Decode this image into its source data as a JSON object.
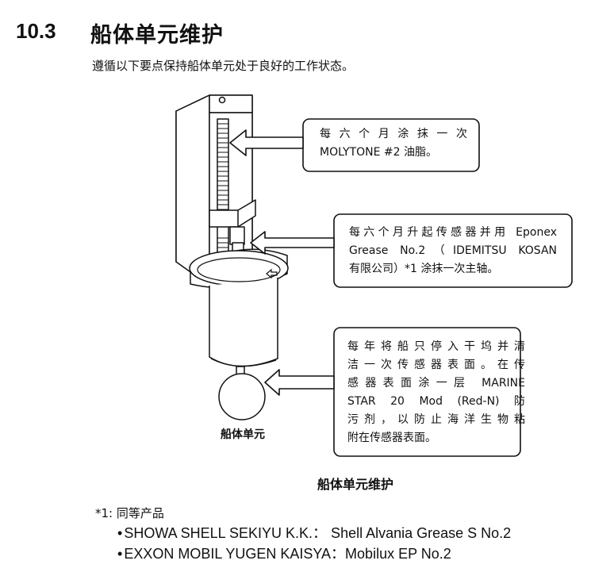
{
  "section": {
    "number": "10.3",
    "title": "船体单元维护",
    "intro": "遵循以下要点保持船体单元处于良好的工作状态。"
  },
  "figure": {
    "callouts": [
      {
        "lines": [
          "每 六 个 月 涂 抹 一 次",
          "MOLYTONE #2 油脂。"
        ]
      },
      {
        "lines": [
          "每六个月升起传感器并用 Eponex",
          "Grease No.2（IDEMITSU KOSAN",
          "有限公司）*1 涂抹一次主轴。"
        ]
      },
      {
        "lines": [
          "每年将船只停入干坞并清",
          "洁一次传感器表面。在传",
          "感器表面涂一层 MARINE",
          "STAR 20 Mod (Red-N) 防",
          "污剂，以防止海洋生物粘",
          "附在传感器表面。"
        ]
      }
    ],
    "part_label": "船体单元",
    "caption": "船体单元维护"
  },
  "footnote": {
    "mark": "*1:",
    "text": "同等产品",
    "items": [
      "SHOWA SHELL SEKIYU K.K.： Shell Alvania Grease S No.2",
      "EXXON MOBIL YUGEN KAISYA：Mobilux EP No.2"
    ]
  }
}
